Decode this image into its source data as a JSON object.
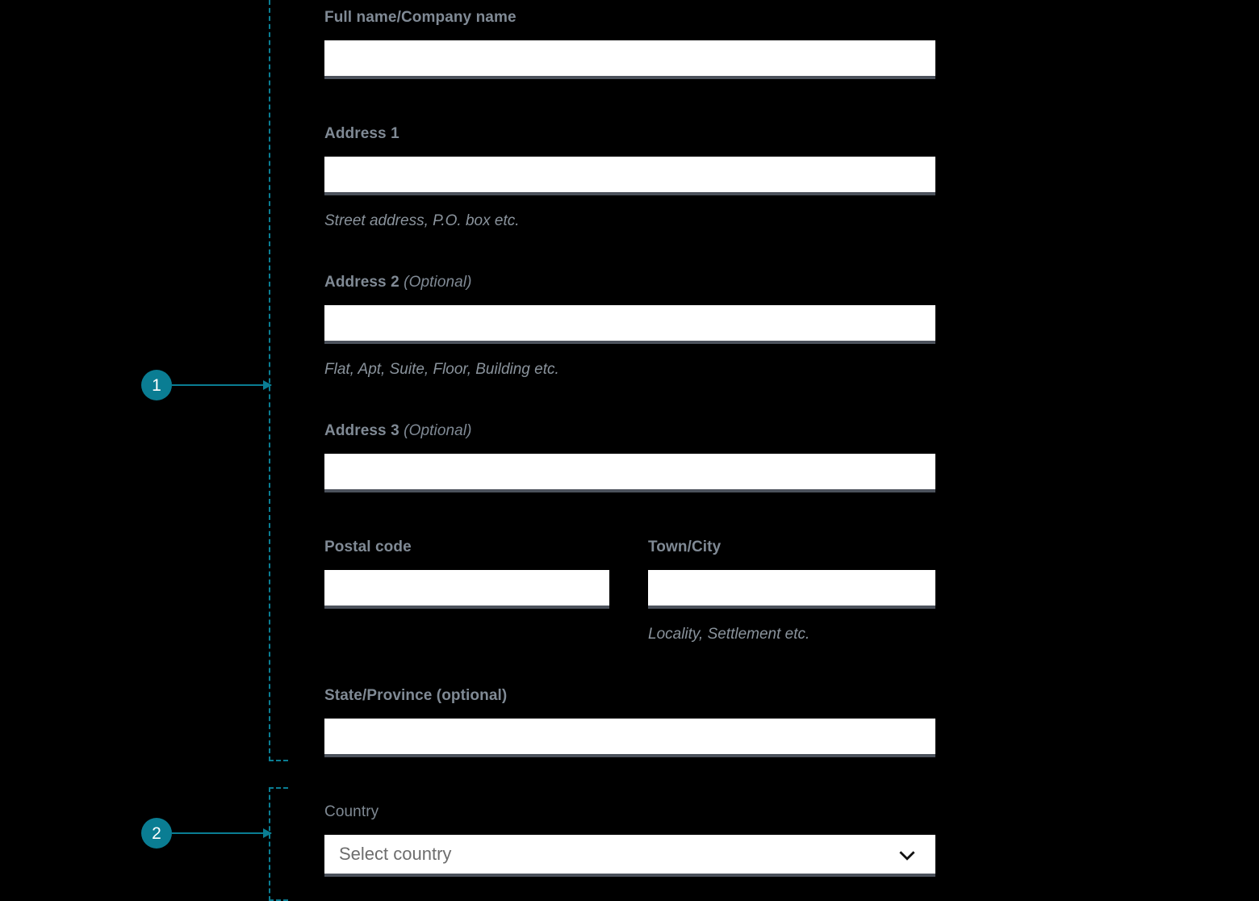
{
  "theme": {
    "background": "#000000",
    "accent_teal": "#0a7d93",
    "label_color": "#808a95",
    "hint_color": "#8a939c",
    "input_background": "#ffffff",
    "input_underline": "#4c525c"
  },
  "annotations": [
    {
      "number": "1",
      "target": "address-group"
    },
    {
      "number": "2",
      "target": "country-group"
    }
  ],
  "form": {
    "fields": {
      "full_name": {
        "label": "Full name/Company name",
        "value": "",
        "placeholder": "",
        "hint": ""
      },
      "address1": {
        "label": "Address 1",
        "value": "",
        "placeholder": "",
        "hint": "Street address, P.O. box etc."
      },
      "address2": {
        "label": "Address 2",
        "label_optional": "(Optional)",
        "value": "",
        "placeholder": "",
        "hint": "Flat, Apt, Suite, Floor, Building etc."
      },
      "address3": {
        "label": "Address 3",
        "label_optional": "(Optional)",
        "value": "",
        "placeholder": "",
        "hint": ""
      },
      "postal_code": {
        "label": "Postal code",
        "value": "",
        "placeholder": "",
        "hint": ""
      },
      "town_city": {
        "label": "Town/City",
        "value": "",
        "placeholder": "",
        "hint": "Locality, Settlement etc."
      },
      "state_province": {
        "label": "State/Province (optional)",
        "value": "",
        "placeholder": "",
        "hint": ""
      },
      "country": {
        "label": "Country",
        "selected": "Select country",
        "icon": "chevron-down-icon"
      }
    }
  }
}
